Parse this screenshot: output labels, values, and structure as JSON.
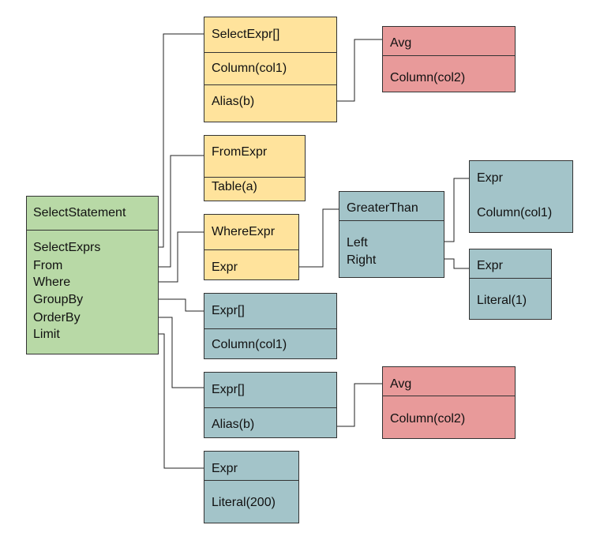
{
  "colors": {
    "select_statement": "#b8d9a6",
    "yellow_node": "#ffe39c",
    "teal_node": "#a3c4c9",
    "red_node": "#e89a9a",
    "border": "#333333"
  },
  "select_statement": {
    "title": "SelectStatement",
    "fields": [
      "SelectExprs",
      "From",
      "Where",
      "GroupBy",
      "OrderBy",
      "Limit"
    ]
  },
  "select_expr": {
    "title": "SelectExpr[]",
    "column": "Column(col1)",
    "alias": "Alias(b)"
  },
  "select_avg": {
    "title": "Avg",
    "column": "Column(col2)"
  },
  "from_expr": {
    "title": "FromExpr",
    "table": "Table(a)"
  },
  "where_expr": {
    "title": "WhereExpr",
    "expr": "Expr"
  },
  "greater_than": {
    "title": "GreaterThan",
    "left": "Left",
    "right": "Right"
  },
  "gt_left_expr": {
    "title": "Expr",
    "value": "Column(col1)"
  },
  "gt_right_expr": {
    "title": "Expr",
    "value": "Literal(1)"
  },
  "group_by": {
    "title": "Expr[]",
    "value": "Column(col1)"
  },
  "order_by": {
    "title": "Expr[]",
    "value": "Alias(b)"
  },
  "order_avg": {
    "title": "Avg",
    "column": "Column(col2)"
  },
  "limit_expr": {
    "title": "Expr",
    "value": "Literal(200)"
  }
}
